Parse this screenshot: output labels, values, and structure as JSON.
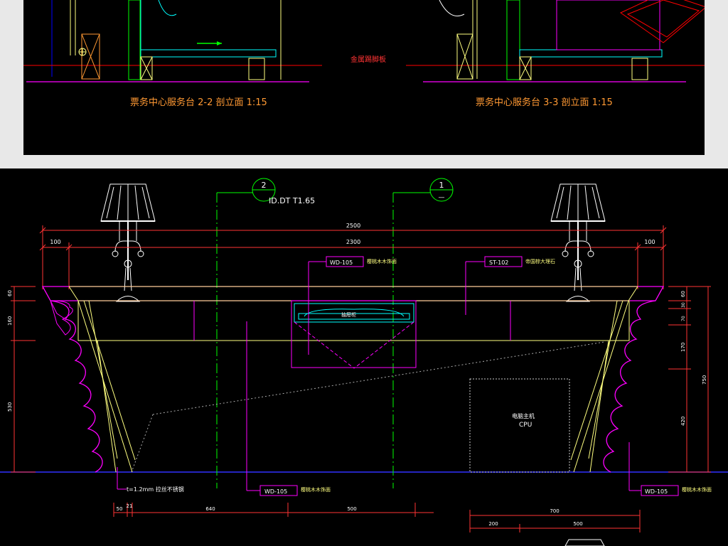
{
  "top_section": {
    "section_2_2_title": "票务中心服务台 2-2 剖立面 1:15",
    "section_3_3_title": "票务中心服务台 3-3 剖立面 1:15",
    "center_note": "金属踢脚板"
  },
  "elevation": {
    "drawing_ref": "ID.DT T1.65",
    "section_marker_left": "2",
    "section_marker_right": "1",
    "section_marker_right_sub": "—",
    "dims_top": {
      "overall": "2500",
      "inner": "2300",
      "left_offset": "100",
      "right_offset": "100"
    },
    "dims_left": [
      "60",
      "160",
      "530"
    ],
    "dims_right": [
      "60",
      "30",
      "70",
      "170",
      "420"
    ],
    "dim_right_total": "750",
    "dims_bottom": [
      "50",
      "21",
      "640",
      "500"
    ],
    "dims_bottom_right": {
      "total": "700",
      "parts": [
        "200",
        "500"
      ]
    },
    "tags": {
      "wd105_top": {
        "code": "WD-105",
        "desc": "樱桃木木饰面"
      },
      "st102": {
        "code": "ST-102",
        "desc": "帝国棕大理石"
      },
      "wd105_bottom_left": {
        "code": "WD-105",
        "desc": "樱桃木木饰面"
      },
      "wd105_bottom_right": {
        "code": "WD-105",
        "desc": "樱桃木木饰面"
      }
    },
    "steel_note": "t=1.2mm 拉丝不锈钢",
    "drawer_label": "抽屉柜",
    "cpu_label_cn": "电脑主机",
    "cpu_label_en": "CPU"
  },
  "colors": {
    "background": "#000000",
    "counter_outline": "#ffff80",
    "magenta": "#ff00ff",
    "green_axis": "#00ff00",
    "cyan": "#00ffff",
    "orange_text": "#ff9933",
    "red": "#ff0000",
    "ground_line": "#3030ff"
  }
}
